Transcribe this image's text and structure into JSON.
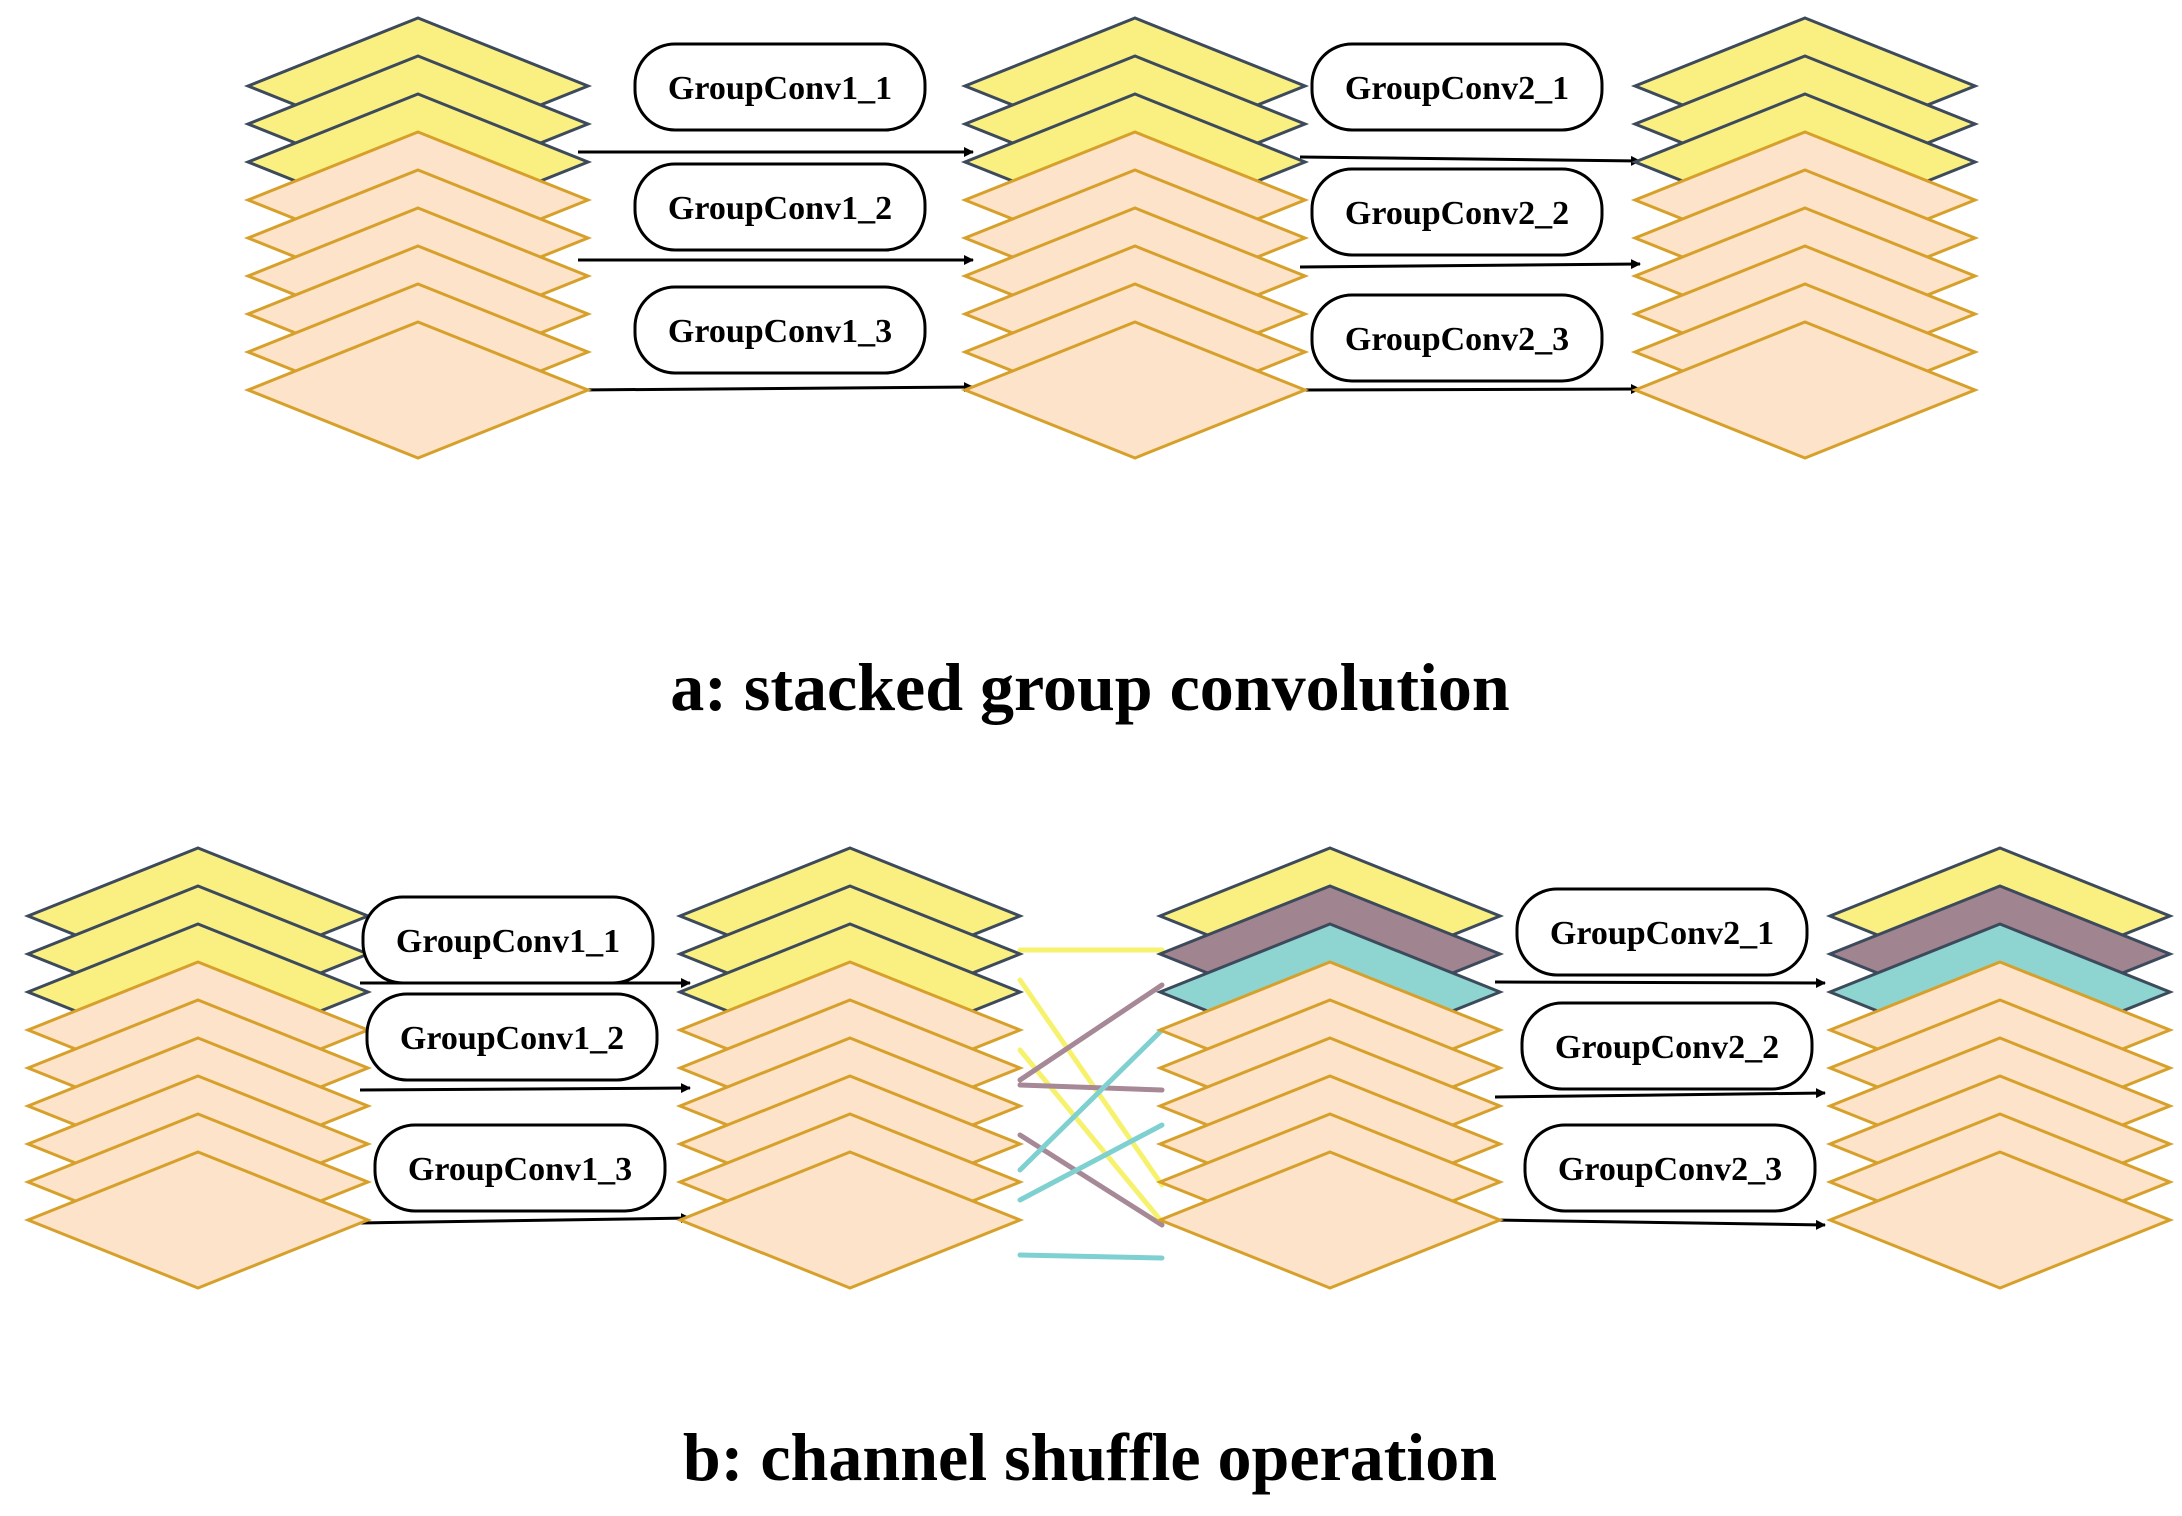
{
  "colors": {
    "yellow_fill": "#faf082",
    "yellow_stroke": "#3d4a5c",
    "peach_fill": "#fde3c9",
    "peach_stroke": "#d6a02a",
    "mauve_fill": "#a08590",
    "teal_fill": "#8ed4d0",
    "shuffle_yellow": "#f7f26e",
    "shuffle_mauve": "#a68896",
    "shuffle_teal": "#7fd0d0"
  },
  "panel_a": {
    "caption": "a: stacked group convolution",
    "labels": [
      "GroupConv1_1",
      "GroupConv1_2",
      "GroupConv1_3",
      "GroupConv2_1",
      "GroupConv2_2",
      "GroupConv2_3"
    ]
  },
  "panel_b": {
    "caption": "b: channel shuffle operation",
    "labels": [
      "GroupConv1_1",
      "GroupConv1_2",
      "GroupConv1_3",
      "GroupConv2_1",
      "GroupConv2_2",
      "GroupConv2_3"
    ]
  }
}
